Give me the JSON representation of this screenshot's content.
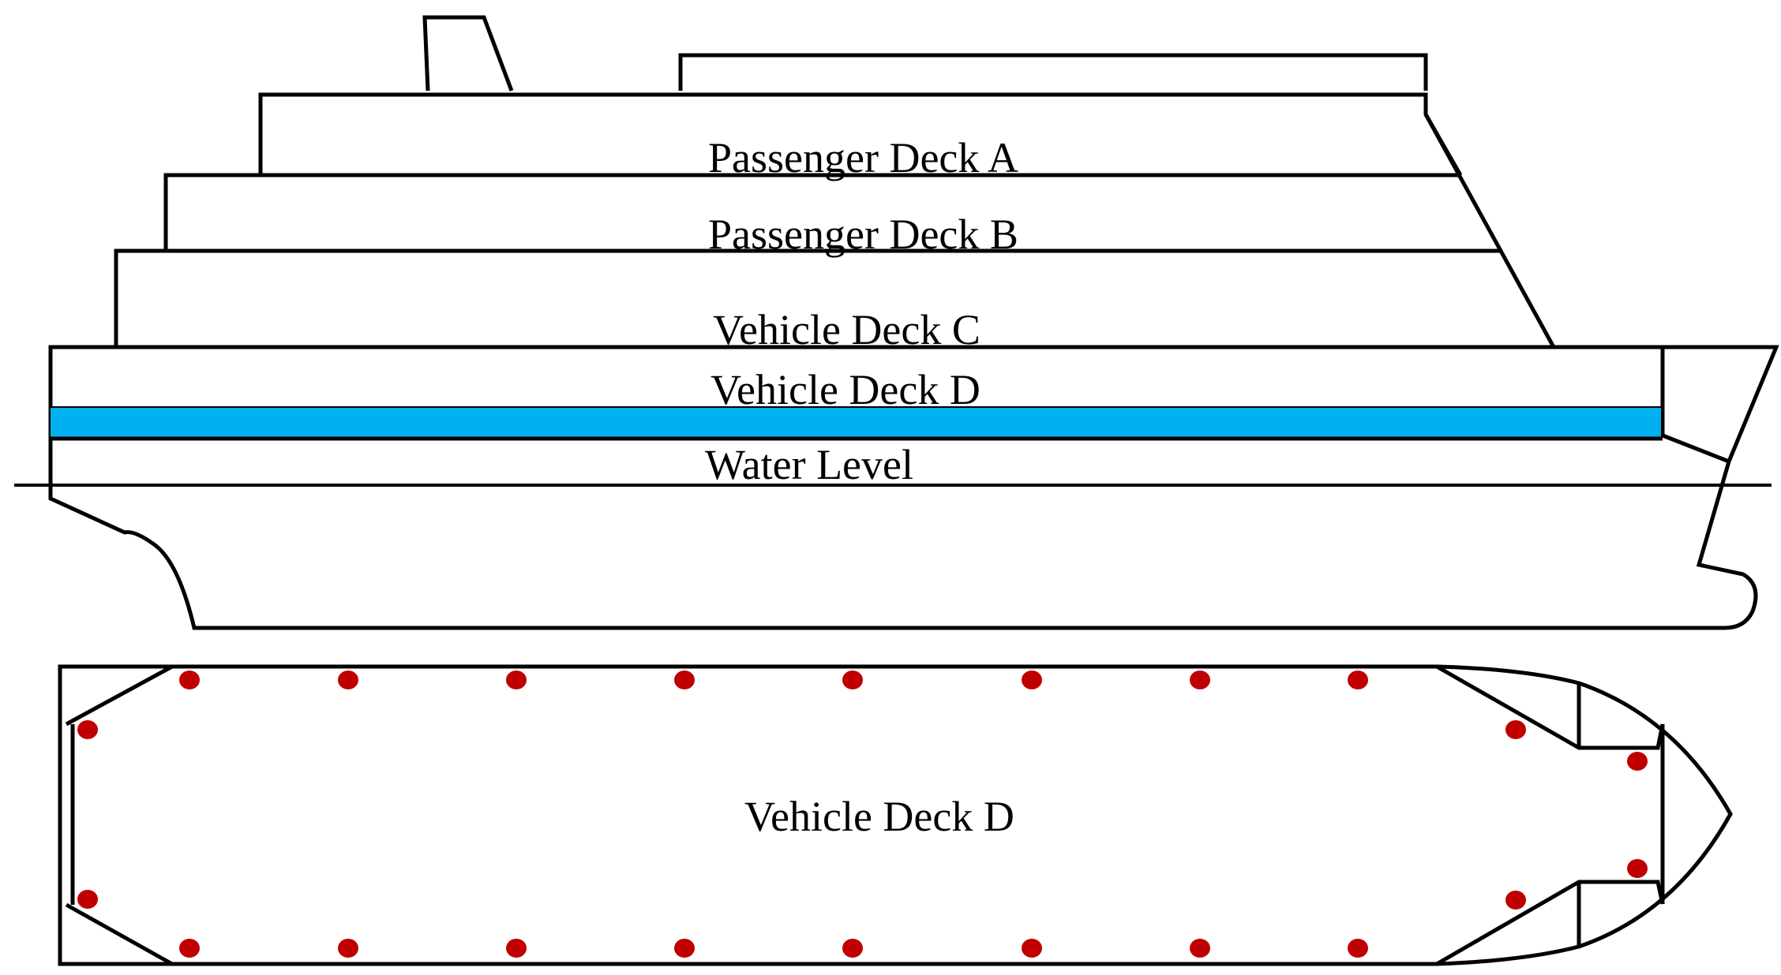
{
  "labels": {
    "passenger_deck_a": "Passenger Deck A",
    "passenger_deck_b": "Passenger Deck B",
    "vehicle_deck_c": "Vehicle Deck C",
    "vehicle_deck_d_side": "Vehicle Deck D",
    "water_level": "Water Level",
    "vehicle_deck_d_plan": "Vehicle Deck D"
  },
  "colors": {
    "outline": "#000000",
    "deck_d_highlight": "#00b0f0",
    "sensor_point": "#c00000",
    "background": "#ffffff"
  }
}
